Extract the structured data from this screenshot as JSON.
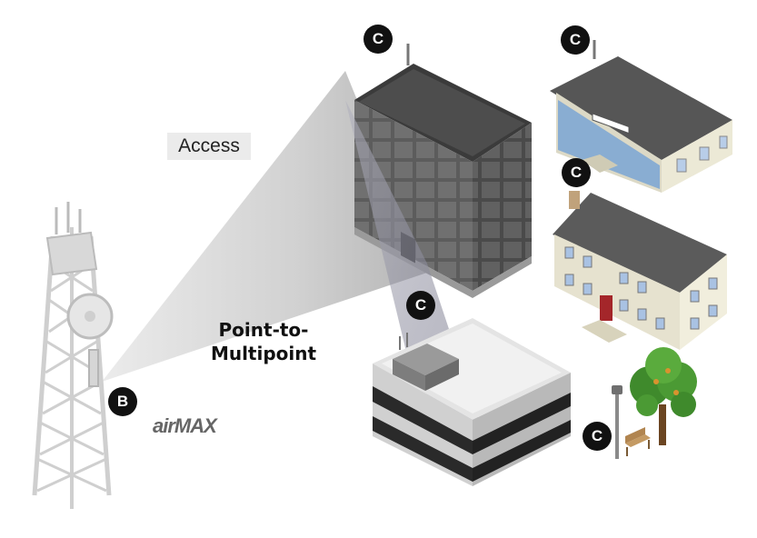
{
  "diagram": {
    "access_label": "Access",
    "link_type_line1": "Point-to-",
    "link_type_line2": "Multipoint",
    "brand": "airMAX",
    "base_station_marker": "B",
    "client_marker": "C",
    "colors": {
      "badge": "#111111",
      "roof": "#5a5a5a",
      "beam": "#cfcfcf",
      "house_wall": "#e6e2cf"
    },
    "nodes": [
      {
        "id": "tower",
        "role": "base-station",
        "marker": "B"
      },
      {
        "id": "office-tower",
        "role": "client",
        "marker": "C"
      },
      {
        "id": "storefront",
        "role": "client",
        "marker": "C"
      },
      {
        "id": "house",
        "role": "client",
        "marker": "C"
      },
      {
        "id": "low-office",
        "role": "client",
        "marker": "C"
      },
      {
        "id": "park",
        "role": "client",
        "marker": "C"
      }
    ]
  }
}
